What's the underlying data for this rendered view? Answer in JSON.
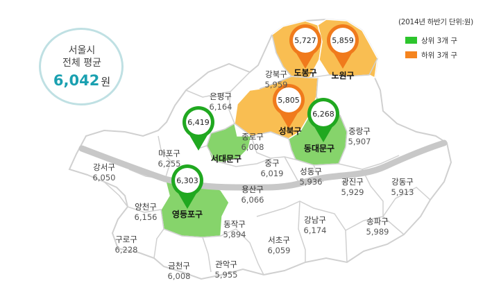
{
  "average_box": {
    "line1": "서울시",
    "line2": "전체 평균",
    "value": "6,042",
    "unit": "원"
  },
  "legend": {
    "title": "(2014년 하반기 단위:원)",
    "items": [
      {
        "label": "상위 3개 구",
        "color": "#2dc52d"
      },
      {
        "label": "하위 3개 구",
        "color": "#f5841f"
      }
    ]
  },
  "colors": {
    "base": "#ffffff",
    "border": "#d0d0d0",
    "top": "#86d46b",
    "bottom": "#f9be52",
    "pin_top": "#20a820",
    "pin_bottom": "#f07a1c"
  },
  "districts": [
    {
      "name": "도봉구",
      "value": "5,727",
      "rank": "bottom"
    },
    {
      "name": "노원구",
      "value": "5,859",
      "rank": "bottom"
    },
    {
      "name": "강북구",
      "value": "5,959"
    },
    {
      "name": "은평구",
      "value": "6,164"
    },
    {
      "name": "성북구",
      "value": "5,805",
      "rank": "bottom"
    },
    {
      "name": "동대문구",
      "value": "6,268",
      "rank": "top"
    },
    {
      "name": "중랑구",
      "value": "5,907"
    },
    {
      "name": "종로구",
      "value": "6,008"
    },
    {
      "name": "서대문구",
      "value": "6,419",
      "rank": "top"
    },
    {
      "name": "마포구",
      "value": "6,255"
    },
    {
      "name": "중구",
      "value": "6,019"
    },
    {
      "name": "성동구",
      "value": "5,936"
    },
    {
      "name": "광진구",
      "value": "5,929"
    },
    {
      "name": "강동구",
      "value": "5,913"
    },
    {
      "name": "강서구",
      "value": "6,050"
    },
    {
      "name": "용산구",
      "value": "6,066"
    },
    {
      "name": "영등포구",
      "value": "6,303",
      "rank": "top"
    },
    {
      "name": "양천구",
      "value": "6,156"
    },
    {
      "name": "동작구",
      "value": "5,894"
    },
    {
      "name": "강남구",
      "value": "6,174"
    },
    {
      "name": "송파구",
      "value": "5,989"
    },
    {
      "name": "구로구",
      "value": "6,228"
    },
    {
      "name": "서초구",
      "value": "6,059"
    },
    {
      "name": "금천구",
      "value": "6,008"
    },
    {
      "name": "관악구",
      "value": "5,955"
    }
  ]
}
